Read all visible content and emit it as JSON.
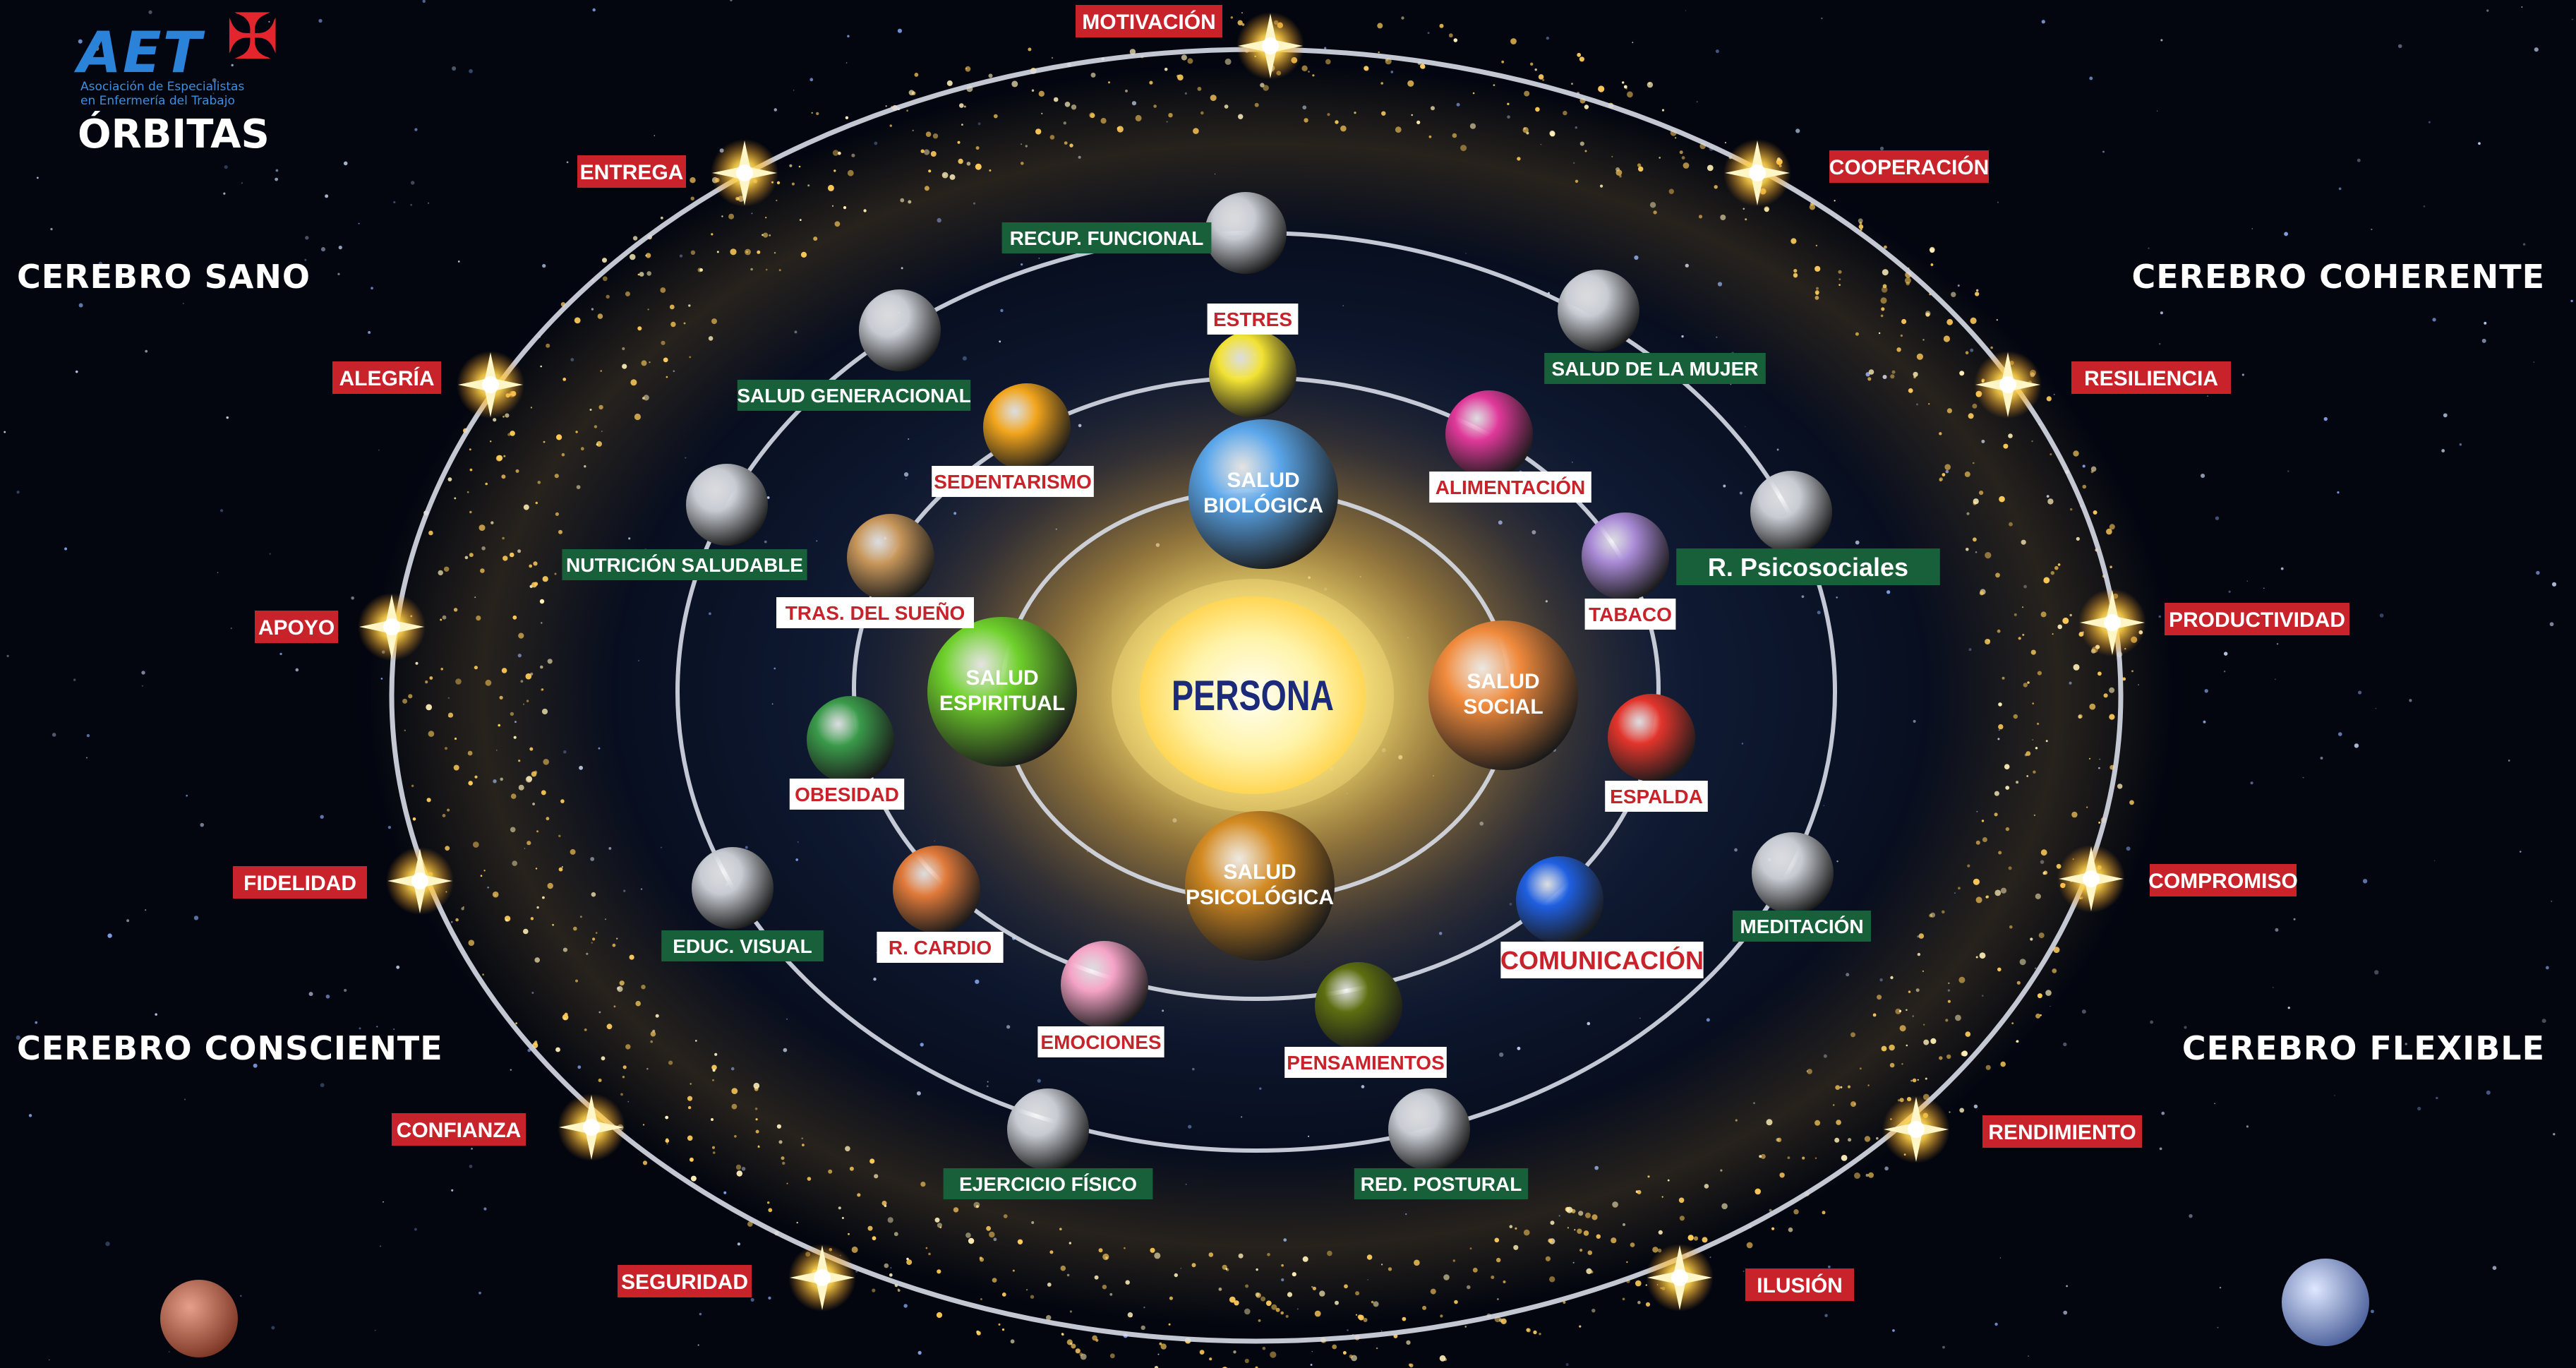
{
  "logo": {
    "acronym": "AET",
    "association_line1": "Asociación de Especialistas",
    "association_line2": "en Enfermería del Trabajo",
    "title": "ÓRBITAS"
  },
  "corners": {
    "top_left": "CEREBRO SANO",
    "top_right": "CEREBRO COHERENTE",
    "bottom_left": "CEREBRO CONSCIENTE",
    "bottom_right": "CEREBRO FLEXIBLE"
  },
  "center": {
    "label": "PERSONA"
  },
  "colors": {
    "red_tag": "#c8232b",
    "green_tag": "#17603a",
    "white_tag": "#ffffff",
    "orbit_line": "#d8dde8",
    "sun_core": "#fff8c8"
  },
  "core_planets": [
    {
      "label": "SALUD\nBIOLÓGICA",
      "color": "#5aa6ea",
      "name": "salud-biologica"
    },
    {
      "label": "SALUD\nSOCIAL",
      "color": "#f08a3c",
      "name": "salud-social"
    },
    {
      "label": "SALUD\nPSICOLÓGICA",
      "color": "#d38a22",
      "name": "salud-psicologica"
    },
    {
      "label": "SALUD\nESPIRITUAL",
      "color": "#6fd12c",
      "name": "salud-espiritual"
    }
  ],
  "middle_planets": [
    {
      "label": "ESTRES",
      "color": "#f2e233",
      "name": "estres"
    },
    {
      "label": "ALIMENTACIÓN",
      "color": "#e0399a",
      "name": "alimentacion"
    },
    {
      "label": "TABACO",
      "color": "#a98ad6",
      "name": "tabaco"
    },
    {
      "label": "ESPALDA",
      "color": "#e2352c",
      "name": "espalda"
    },
    {
      "label": "COMUNICACIÓN",
      "color": "#1f5fe0",
      "name": "comunicacion"
    },
    {
      "label": "PENSAMIENTOS",
      "color": "#5c6e10",
      "name": "pensamientos"
    },
    {
      "label": "EMOCIONES",
      "color": "#f5a3c6",
      "name": "emociones"
    },
    {
      "label": "R. CARDIO",
      "color": "#e07a3a",
      "name": "r-cardio"
    },
    {
      "label": "OBESIDAD",
      "color": "#3a9a4a",
      "name": "obesidad"
    },
    {
      "label": "TRAS. DEL SUEÑO",
      "color": "#c7965a",
      "name": "tras-del-sueno"
    },
    {
      "label": "SEDENTARISMO",
      "color": "#f2a51c",
      "name": "sedentarismo"
    }
  ],
  "outer_planets": [
    {
      "label": "RECUP. FUNCIONAL",
      "name": "recup-funcional"
    },
    {
      "label": "SALUD DE LA MUJER",
      "name": "salud-de-la-mujer"
    },
    {
      "label": "R. Psicosociales",
      "name": "r-psicosociales"
    },
    {
      "label": "MEDITACIÓN",
      "name": "meditacion"
    },
    {
      "label": "RED. POSTURAL",
      "name": "red-postural"
    },
    {
      "label": "EJERCICIO FÍSICO",
      "name": "ejercicio-fisico"
    },
    {
      "label": "EDUC. VISUAL",
      "name": "educ-visual"
    },
    {
      "label": "NUTRICIÓN SALUDABLE",
      "name": "nutricion-saludable"
    },
    {
      "label": "SALUD GENERACIONAL",
      "name": "salud-generacional"
    }
  ],
  "stars": [
    {
      "label": "MOTIVACIÓN",
      "name": "motivacion"
    },
    {
      "label": "COOPERACIÓN",
      "name": "cooperacion"
    },
    {
      "label": "RESILIENCIA",
      "name": "resiliencia"
    },
    {
      "label": "PRODUCTIVIDAD",
      "name": "productividad"
    },
    {
      "label": "COMPROMISO",
      "name": "compromiso"
    },
    {
      "label": "RENDIMIENTO",
      "name": "rendimiento"
    },
    {
      "label": "ILUSIÓN",
      "name": "ilusion"
    },
    {
      "label": "SEGURIDAD",
      "name": "seguridad"
    },
    {
      "label": "CONFIANZA",
      "name": "confianza"
    },
    {
      "label": "FIDELIDAD",
      "name": "fidelidad"
    },
    {
      "label": "APOYO",
      "name": "apoyo"
    },
    {
      "label": "ALEGRÍA",
      "name": "alegria"
    },
    {
      "label": "ENTREGA",
      "name": "entrega"
    }
  ]
}
